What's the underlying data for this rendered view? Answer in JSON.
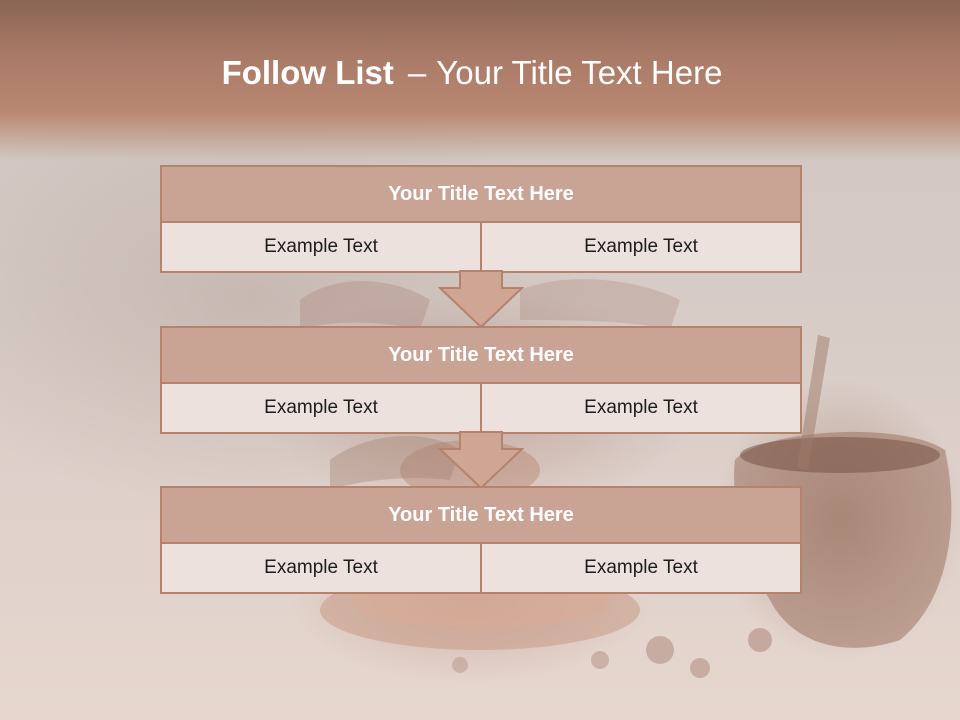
{
  "slide": {
    "title_bold": "Follow List",
    "title_separator": "–",
    "title_rest": "Your Title Text Here"
  },
  "blocks": [
    {
      "title": "Your Title Text Here",
      "items": [
        "Example Text",
        "Example Text"
      ]
    },
    {
      "title": "Your Title Text Here",
      "items": [
        "Example Text",
        "Example Text"
      ]
    },
    {
      "title": "Your Title Text Here",
      "items": [
        "Example Text",
        "Example Text"
      ]
    }
  ],
  "colors": {
    "header": "#a97a67",
    "block_title_fill": "#c9a394",
    "block_border": "#b5826d",
    "cell_fill": "#ede1dd",
    "arrow_fill": "#cfa593"
  }
}
